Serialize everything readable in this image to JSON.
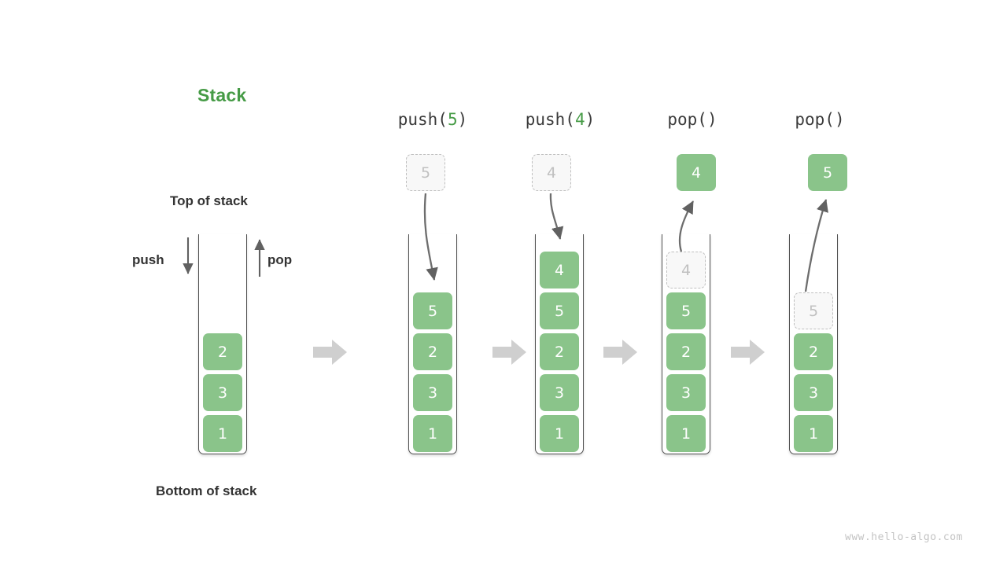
{
  "diagram": {
    "title": "Stack",
    "title_color": "#469b46",
    "accent_green": "#8ac48a",
    "ghost_gray": "#c0c0c0",
    "watermark": "www.hello-algo.com",
    "labels": {
      "top_of_stack": "Top of stack",
      "bottom_of_stack": "Bottom of stack",
      "push": "push",
      "pop": "pop"
    },
    "operations": [
      {
        "name": "push-5",
        "prefix": "push(",
        "arg": "5",
        "suffix": ")"
      },
      {
        "name": "push-4",
        "prefix": "push(",
        "arg": "4",
        "suffix": ")"
      },
      {
        "name": "pop-1",
        "prefix": "pop(",
        "arg": "",
        "suffix": ")"
      },
      {
        "name": "pop-2",
        "prefix": "pop(",
        "arg": "",
        "suffix": ")"
      }
    ],
    "stacks": [
      {
        "id": "stack-initial",
        "caption": "",
        "floating": null,
        "ghost_above": null,
        "cells": [
          {
            "value": "2",
            "state": "solid"
          },
          {
            "value": "3",
            "state": "solid"
          },
          {
            "value": "1",
            "state": "solid"
          }
        ]
      },
      {
        "id": "stack-after-push-5",
        "caption": "push(5)",
        "floating": null,
        "ghost_above": {
          "value": "5"
        },
        "cells": [
          {
            "value": "5",
            "state": "solid"
          },
          {
            "value": "2",
            "state": "solid"
          },
          {
            "value": "3",
            "state": "solid"
          },
          {
            "value": "1",
            "state": "solid"
          }
        ]
      },
      {
        "id": "stack-after-push-4",
        "caption": "push(4)",
        "floating": null,
        "ghost_above": {
          "value": "4"
        },
        "cells": [
          {
            "value": "4",
            "state": "solid"
          },
          {
            "value": "5",
            "state": "solid"
          },
          {
            "value": "2",
            "state": "solid"
          },
          {
            "value": "3",
            "state": "solid"
          },
          {
            "value": "1",
            "state": "solid"
          }
        ]
      },
      {
        "id": "stack-after-pop-4",
        "caption": "pop()",
        "floating": {
          "value": "4"
        },
        "ghost_above": null,
        "cells": [
          {
            "value": "4",
            "state": "ghost"
          },
          {
            "value": "5",
            "state": "solid"
          },
          {
            "value": "2",
            "state": "solid"
          },
          {
            "value": "3",
            "state": "solid"
          },
          {
            "value": "1",
            "state": "solid"
          }
        ]
      },
      {
        "id": "stack-after-pop-5",
        "caption": "pop()",
        "floating": {
          "value": "5"
        },
        "ghost_above": null,
        "cells": [
          {
            "value": "5",
            "state": "ghost"
          },
          {
            "value": "2",
            "state": "solid"
          },
          {
            "value": "3",
            "state": "solid"
          },
          {
            "value": "1",
            "state": "solid"
          }
        ]
      }
    ],
    "flow_arrow_count": 4
  }
}
